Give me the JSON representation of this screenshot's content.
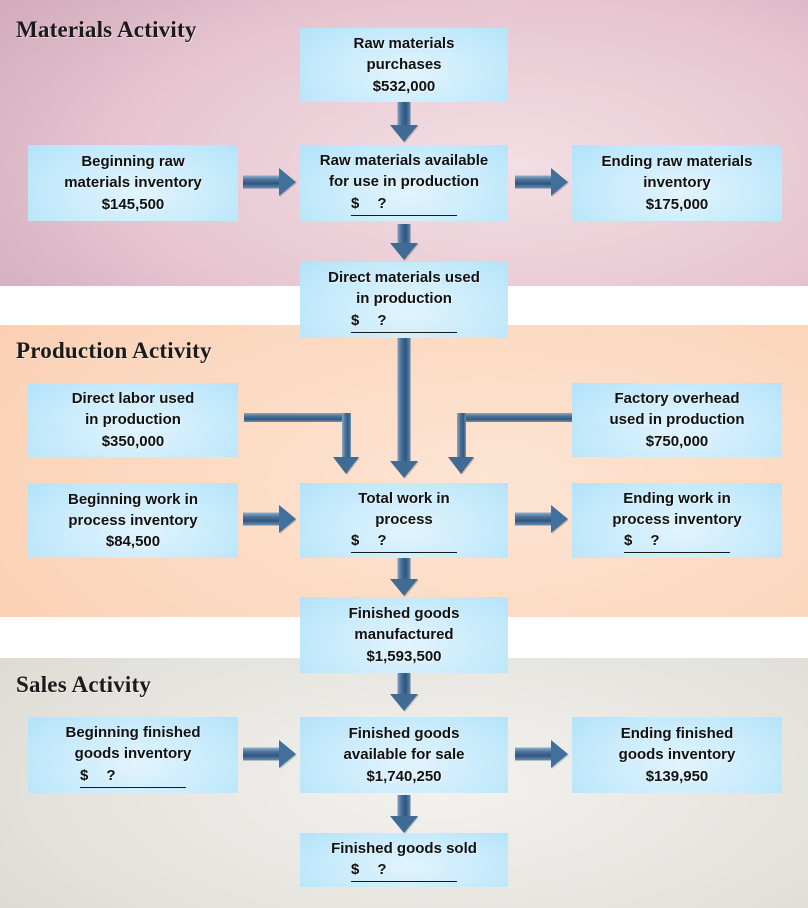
{
  "sections": [
    {
      "id": "materials",
      "title": "Materials Activity",
      "color": "#cba3b6"
    },
    {
      "id": "production",
      "title": "Production Activity",
      "color": "#fbc7a7"
    },
    {
      "id": "sales",
      "title": "Sales Activity",
      "color": "#d2d2c9"
    }
  ],
  "accent_arrow_color": "#41709c",
  "box_color": "#a4dcf8",
  "unknown_marker": "?",
  "currency_symbol": "$",
  "boxes": {
    "raw_materials_purchases": {
      "line1": "Raw materials",
      "line2": "purchases",
      "value": "$532,000"
    },
    "beginning_raw_materials_inventory": {
      "line1": "Beginning raw",
      "line2": "materials inventory",
      "value": "$145,500"
    },
    "raw_materials_available": {
      "line1": "Raw materials available",
      "line2": "for use in production",
      "value": "?"
    },
    "ending_raw_materials_inventory": {
      "line1": "Ending raw materials",
      "line2": "inventory",
      "value": "$175,000"
    },
    "direct_materials_used": {
      "line1": "Direct materials used",
      "line2": "in production",
      "value": "?"
    },
    "direct_labor_used": {
      "line1": "Direct labor used",
      "line2": "in production",
      "value": "$350,000"
    },
    "factory_overhead_used": {
      "line1": "Factory overhead",
      "line2": "used in production",
      "value": "$750,000"
    },
    "beginning_work_in_process": {
      "line1": "Beginning work in",
      "line2": "process inventory",
      "value": "$84,500"
    },
    "total_work_in_process": {
      "line1": "Total work in",
      "line2": "process",
      "value": "?"
    },
    "ending_work_in_process": {
      "line1": "Ending work in",
      "line2": "process inventory",
      "value": "?"
    },
    "finished_goods_manufactured": {
      "line1": "Finished goods",
      "line2": "manufactured",
      "value": "$1,593,500"
    },
    "beginning_finished_goods_inventory": {
      "line1": "Beginning finished",
      "line2": "goods inventory",
      "value": "?"
    },
    "finished_goods_available_for_sale": {
      "line1": "Finished goods",
      "line2": "available for sale",
      "value": "$1,740,250"
    },
    "ending_finished_goods_inventory": {
      "line1": "Ending finished",
      "line2": "goods inventory",
      "value": "$139,950"
    },
    "finished_goods_sold": {
      "line1": "Finished goods sold",
      "line2": "",
      "value": "?"
    }
  }
}
